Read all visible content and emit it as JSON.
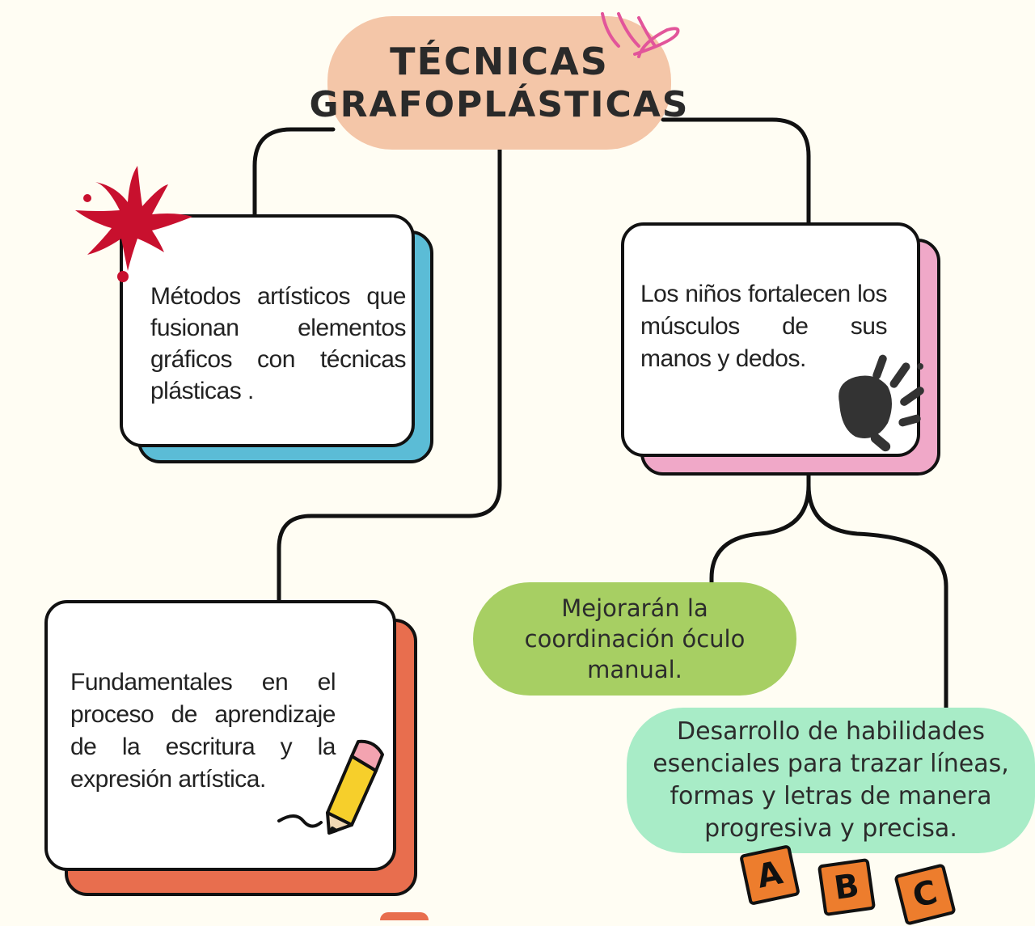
{
  "title": {
    "line1": "TÉCNICAS",
    "line2": "GRAFOPLÁSTICAS"
  },
  "cards": {
    "definition": "Métodos artísticos que fusionan elementos gráficos con técnicas plásticas .",
    "muscles": "Los niños fortalecen los músculos de sus manos y dedos.",
    "learning": "Fundamentales en el proceso de aprendizaje de la escritura y la expresión artística."
  },
  "pills": {
    "coordination": "Mejorarán la coordinación óculo manual.",
    "skills": "Desarrollo de habilidades esenciales para trazar líneas, formas y letras de manera progresiva y precisa."
  },
  "blocks": [
    "A",
    "B",
    "C"
  ],
  "colors": {
    "title_bg": "#f4c6a8",
    "card_blue_shadow": "#5bbcd6",
    "card_pink_shadow": "#f0a8c8",
    "card_orange_shadow": "#e86e4e",
    "pill_green": "#a7cf63",
    "pill_mint": "#a8ecc7",
    "paint_splat": "#c8102e",
    "block_orange": "#ed7d2d"
  },
  "icons": [
    "paint-splat-icon",
    "handprint-icon",
    "pencil-icon",
    "abc-blocks-icon",
    "doodle-lines-icon"
  ]
}
